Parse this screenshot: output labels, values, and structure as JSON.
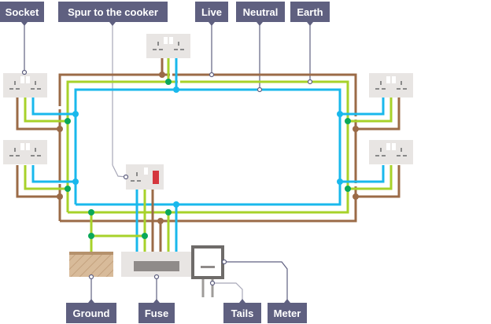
{
  "title": "Ring main circuit diagram",
  "colors": {
    "live": "#9b6b47",
    "neutral": "#19b8ec",
    "earth": "#a7d22a",
    "earth_node": "#0aa85a",
    "label_bg": "#5f6080",
    "label_text": "#ffffff",
    "leader": "#5f6080",
    "socket": "#e8e5e3",
    "socket_slot": "#8a8a8a",
    "switch": "#d5363d",
    "ground_fill": "#d8bb9a",
    "ground_top": "#b5916c",
    "fuse_box": "#e8e5e3",
    "fuse_bar": "#8f8b89",
    "meter_frame": "#6e6b69",
    "tails": "#9f9c9a"
  },
  "labels": {
    "socket": "Socket",
    "spur": "Spur to the cooker",
    "live": "Live",
    "neutral": "Neutral",
    "earth": "Earth",
    "ground": "Ground",
    "fuse": "Fuse",
    "tails": "Tails",
    "meter": "Meter"
  },
  "components": [
    {
      "name": "socket",
      "count": 5,
      "type": "double socket"
    },
    {
      "name": "cooker spur",
      "count": 1,
      "type": "switched outlet"
    },
    {
      "name": "ground",
      "type": "earth connection"
    },
    {
      "name": "fuse",
      "type": "consumer unit"
    },
    {
      "name": "meter",
      "type": "electricity meter"
    },
    {
      "name": "tails",
      "type": "meter tails"
    }
  ],
  "wires": [
    "Live",
    "Neutral",
    "Earth"
  ]
}
